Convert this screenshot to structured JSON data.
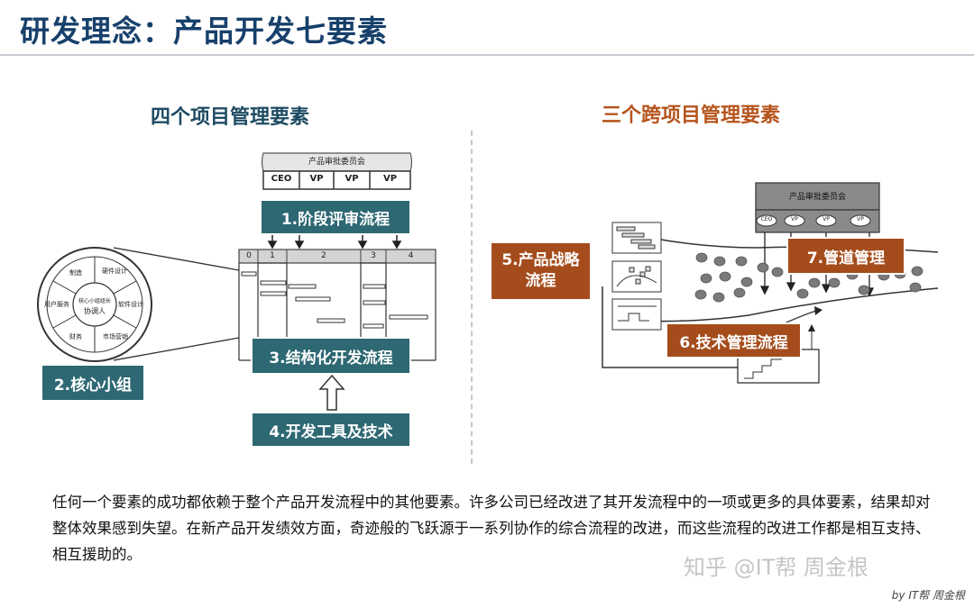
{
  "title": "研发理念：产品开发七要素",
  "left_heading": "四个项目管理要素",
  "right_heading": "三个跨项目管理要素",
  "elements": {
    "e1": "1.阶段评审流程",
    "e2": "2.核心小组",
    "e3": "3.结构化开发流程",
    "e4": "4.开发工具及技术",
    "e5": "5.产品战略流程",
    "e6": "6.技术管理流程",
    "e7": "7.管道管理"
  },
  "left_committee": {
    "name": "产品审批委员会",
    "roles": [
      "CEO",
      "VP",
      "VP",
      "VP"
    ]
  },
  "right_committee": {
    "name": "产品审批委员会",
    "roles": [
      "CEO",
      "VP",
      "VP",
      "VP"
    ]
  },
  "phases": [
    "0",
    "1",
    "2",
    "3",
    "4"
  ],
  "core_team": {
    "center": "核心小组组长",
    "center_sub": "协调人",
    "ring": [
      "制造",
      "硬件设计",
      "软件设计",
      "市场营销",
      "财务",
      "用户服务"
    ]
  },
  "body_text": "任何一个要素的成功都依赖于整个产品开发流程中的其他要素。许多公司已经改进了其开发流程中的一项或更多的具体要素，结果却对整体效果感到失望。在新产品开发绩效方面，奇迹般的飞跃源于一系列协作的综合流程的改进，而这些流程的改进工作都是相互支持、相互援助的。",
  "watermark": "知乎 @IT帮 周金根",
  "credit": "by IT帮 周金根",
  "colors": {
    "title": "#17406b",
    "teal": "#2d6873",
    "rust": "#a54c1c",
    "left_heading": "#1e4b63",
    "right_heading": "#b5541c"
  }
}
